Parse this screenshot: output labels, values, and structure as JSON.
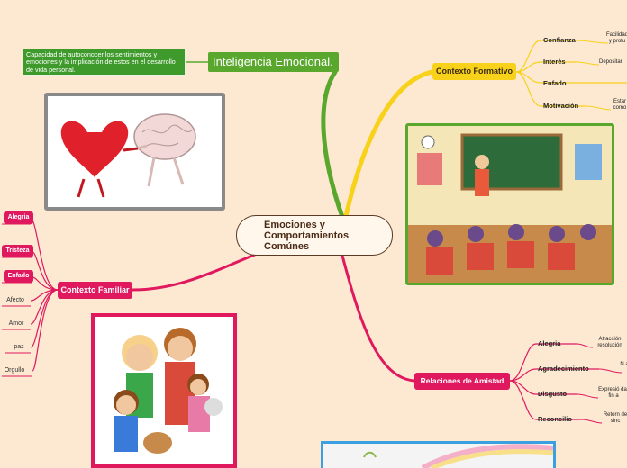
{
  "central": {
    "label": "Emociones y Comportamientos Comúnes"
  },
  "inteligencia": {
    "title": "Inteligencia Emocional.",
    "description": "Capacidad de autoconocer los sentimientos y emociones y la implicación de estos en el desarrollo de vida personal."
  },
  "contexto_formativo": {
    "title": "Contexto Formativo",
    "items": [
      {
        "label": "Confianza",
        "note": "Facilidad y profu"
      },
      {
        "label": "Interès",
        "note": "Depositar"
      },
      {
        "label": "Enfado",
        "note": ""
      },
      {
        "label": "Motivación",
        "note": "Estar como"
      }
    ]
  },
  "contexto_familiar": {
    "title": "Contexto Familiar",
    "items": [
      "Alegria",
      "Tristeza",
      "Enfado",
      "Afecto",
      "Amor",
      "paz",
      "Orgullo"
    ]
  },
  "relaciones_amistad": {
    "title": "Relaciones de Amistad",
    "items": [
      {
        "label": "Alegria",
        "note": "Atracción resolución"
      },
      {
        "label": "Agradecimiento",
        "note": "N a"
      },
      {
        "label": "Disgusto",
        "note": "Expresió dar fin a"
      },
      {
        "label": "Reconcilio",
        "note": "Retorn de sinc"
      }
    ]
  },
  "colors": {
    "background": "#fde9d2",
    "green": "#5aa72e",
    "yellow": "#f8d21a",
    "pink": "#e0195f",
    "brown": "#5a3a22",
    "blue": "#3aa0e0"
  },
  "images": [
    "heart-brain-illustration",
    "classroom-illustration",
    "family-illustration",
    "rainbow-illustration"
  ]
}
